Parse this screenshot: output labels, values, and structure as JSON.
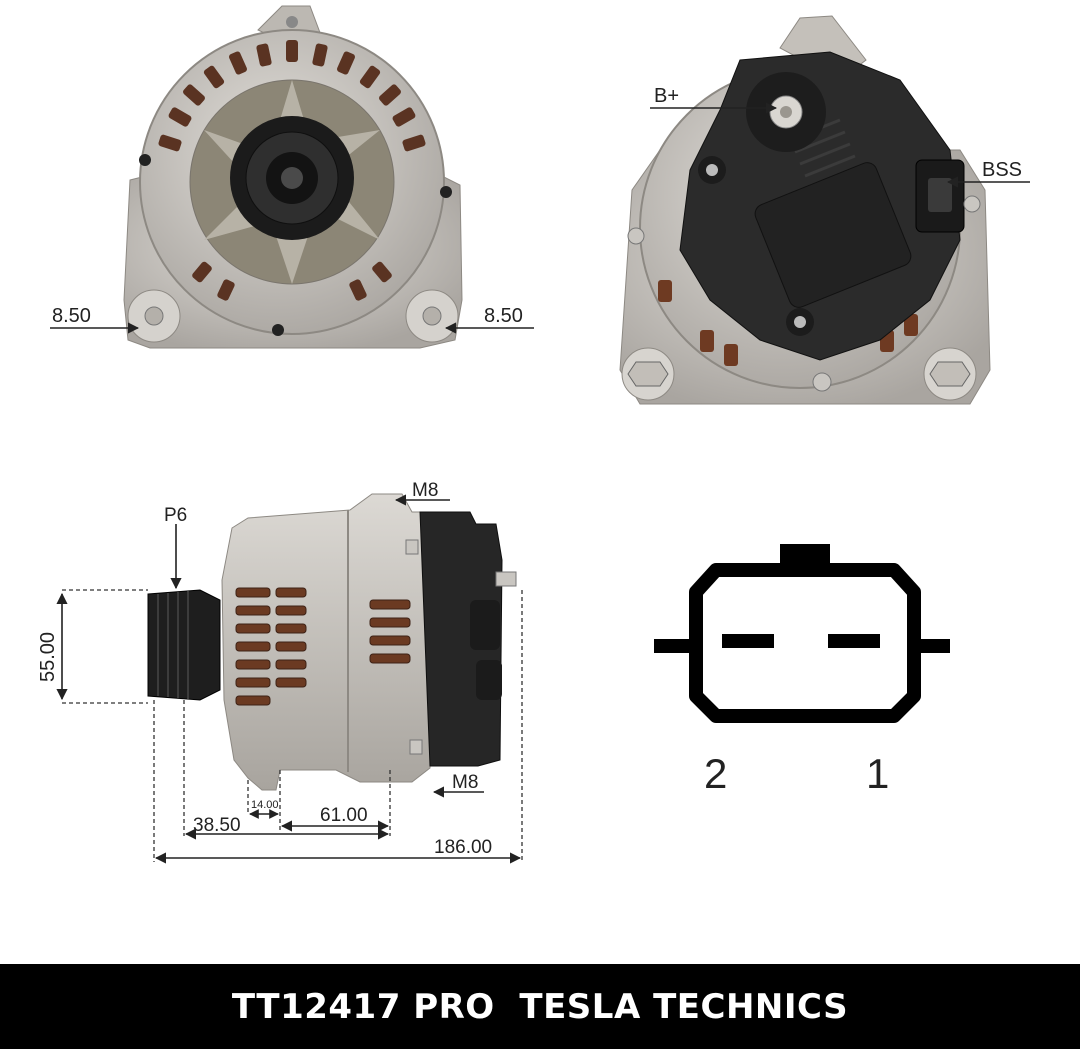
{
  "front_view": {
    "left_mount": "8.50",
    "right_mount": "8.50"
  },
  "rear_view": {
    "terminal_b": "B+",
    "terminal_bss": "BSS"
  },
  "side_view": {
    "pulley": "P6",
    "thread_top": "M8",
    "thread_bottom": "M8",
    "pulley_diameter": "55.00",
    "dim_14": "14.00",
    "dim_38": "38.50",
    "dim_61": "61.00",
    "dim_186": "186.00"
  },
  "connector": {
    "pin_2": "2",
    "pin_1": "1"
  },
  "footer": {
    "title": "TT12417 PRO  TESLA TECHNICS"
  },
  "colors": {
    "housing": "#c9c6c1",
    "housing_dark": "#9e9a94",
    "regulator": "#2a2a2a",
    "copper": "#8a3f1c",
    "footer_bg": "#000000",
    "footer_text": "#ffffff"
  }
}
